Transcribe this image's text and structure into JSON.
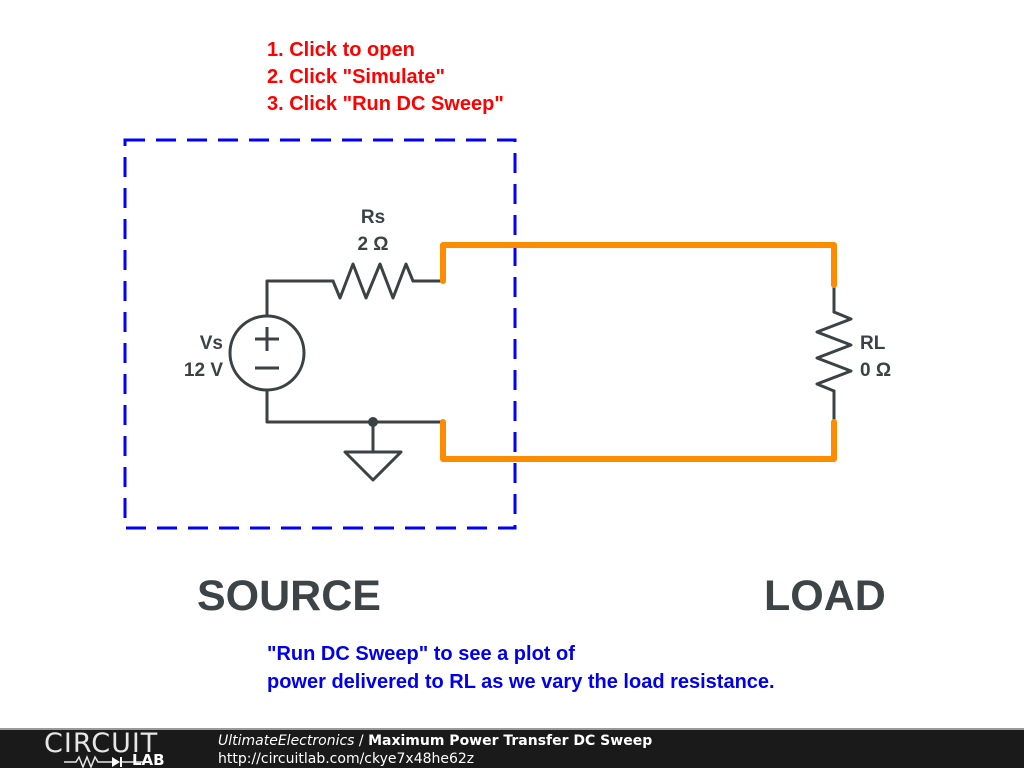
{
  "instructions": [
    "1. Click to open",
    "2. Click \"Simulate\"",
    "3. Click \"Run DC Sweep\""
  ],
  "components": {
    "source_voltage": {
      "name": "Vs",
      "value": "12 V"
    },
    "source_resistor": {
      "name": "Rs",
      "value": "2 Ω"
    },
    "load_resistor": {
      "name": "RL",
      "value": "0 Ω"
    }
  },
  "labels": {
    "source": "SOURCE",
    "load": "LOAD"
  },
  "note": [
    "\"Run DC Sweep\" to see a plot of",
    "power delivered to RL as we vary the load resistance."
  ],
  "colors": {
    "instruction_text": "#ff0000",
    "note_text": "#0000ee",
    "wire": "#3a4245",
    "highlight_wire": "#ff8c00",
    "source_box": "#0000ff"
  },
  "footer": {
    "logo_top": "CIRCUIT",
    "logo_bottom": "LAB",
    "author": "UltimateElectronics",
    "separator": " / ",
    "title": "Maximum Power Transfer DC Sweep",
    "url": "http://circuitlab.com/ckye7x48he62z"
  }
}
